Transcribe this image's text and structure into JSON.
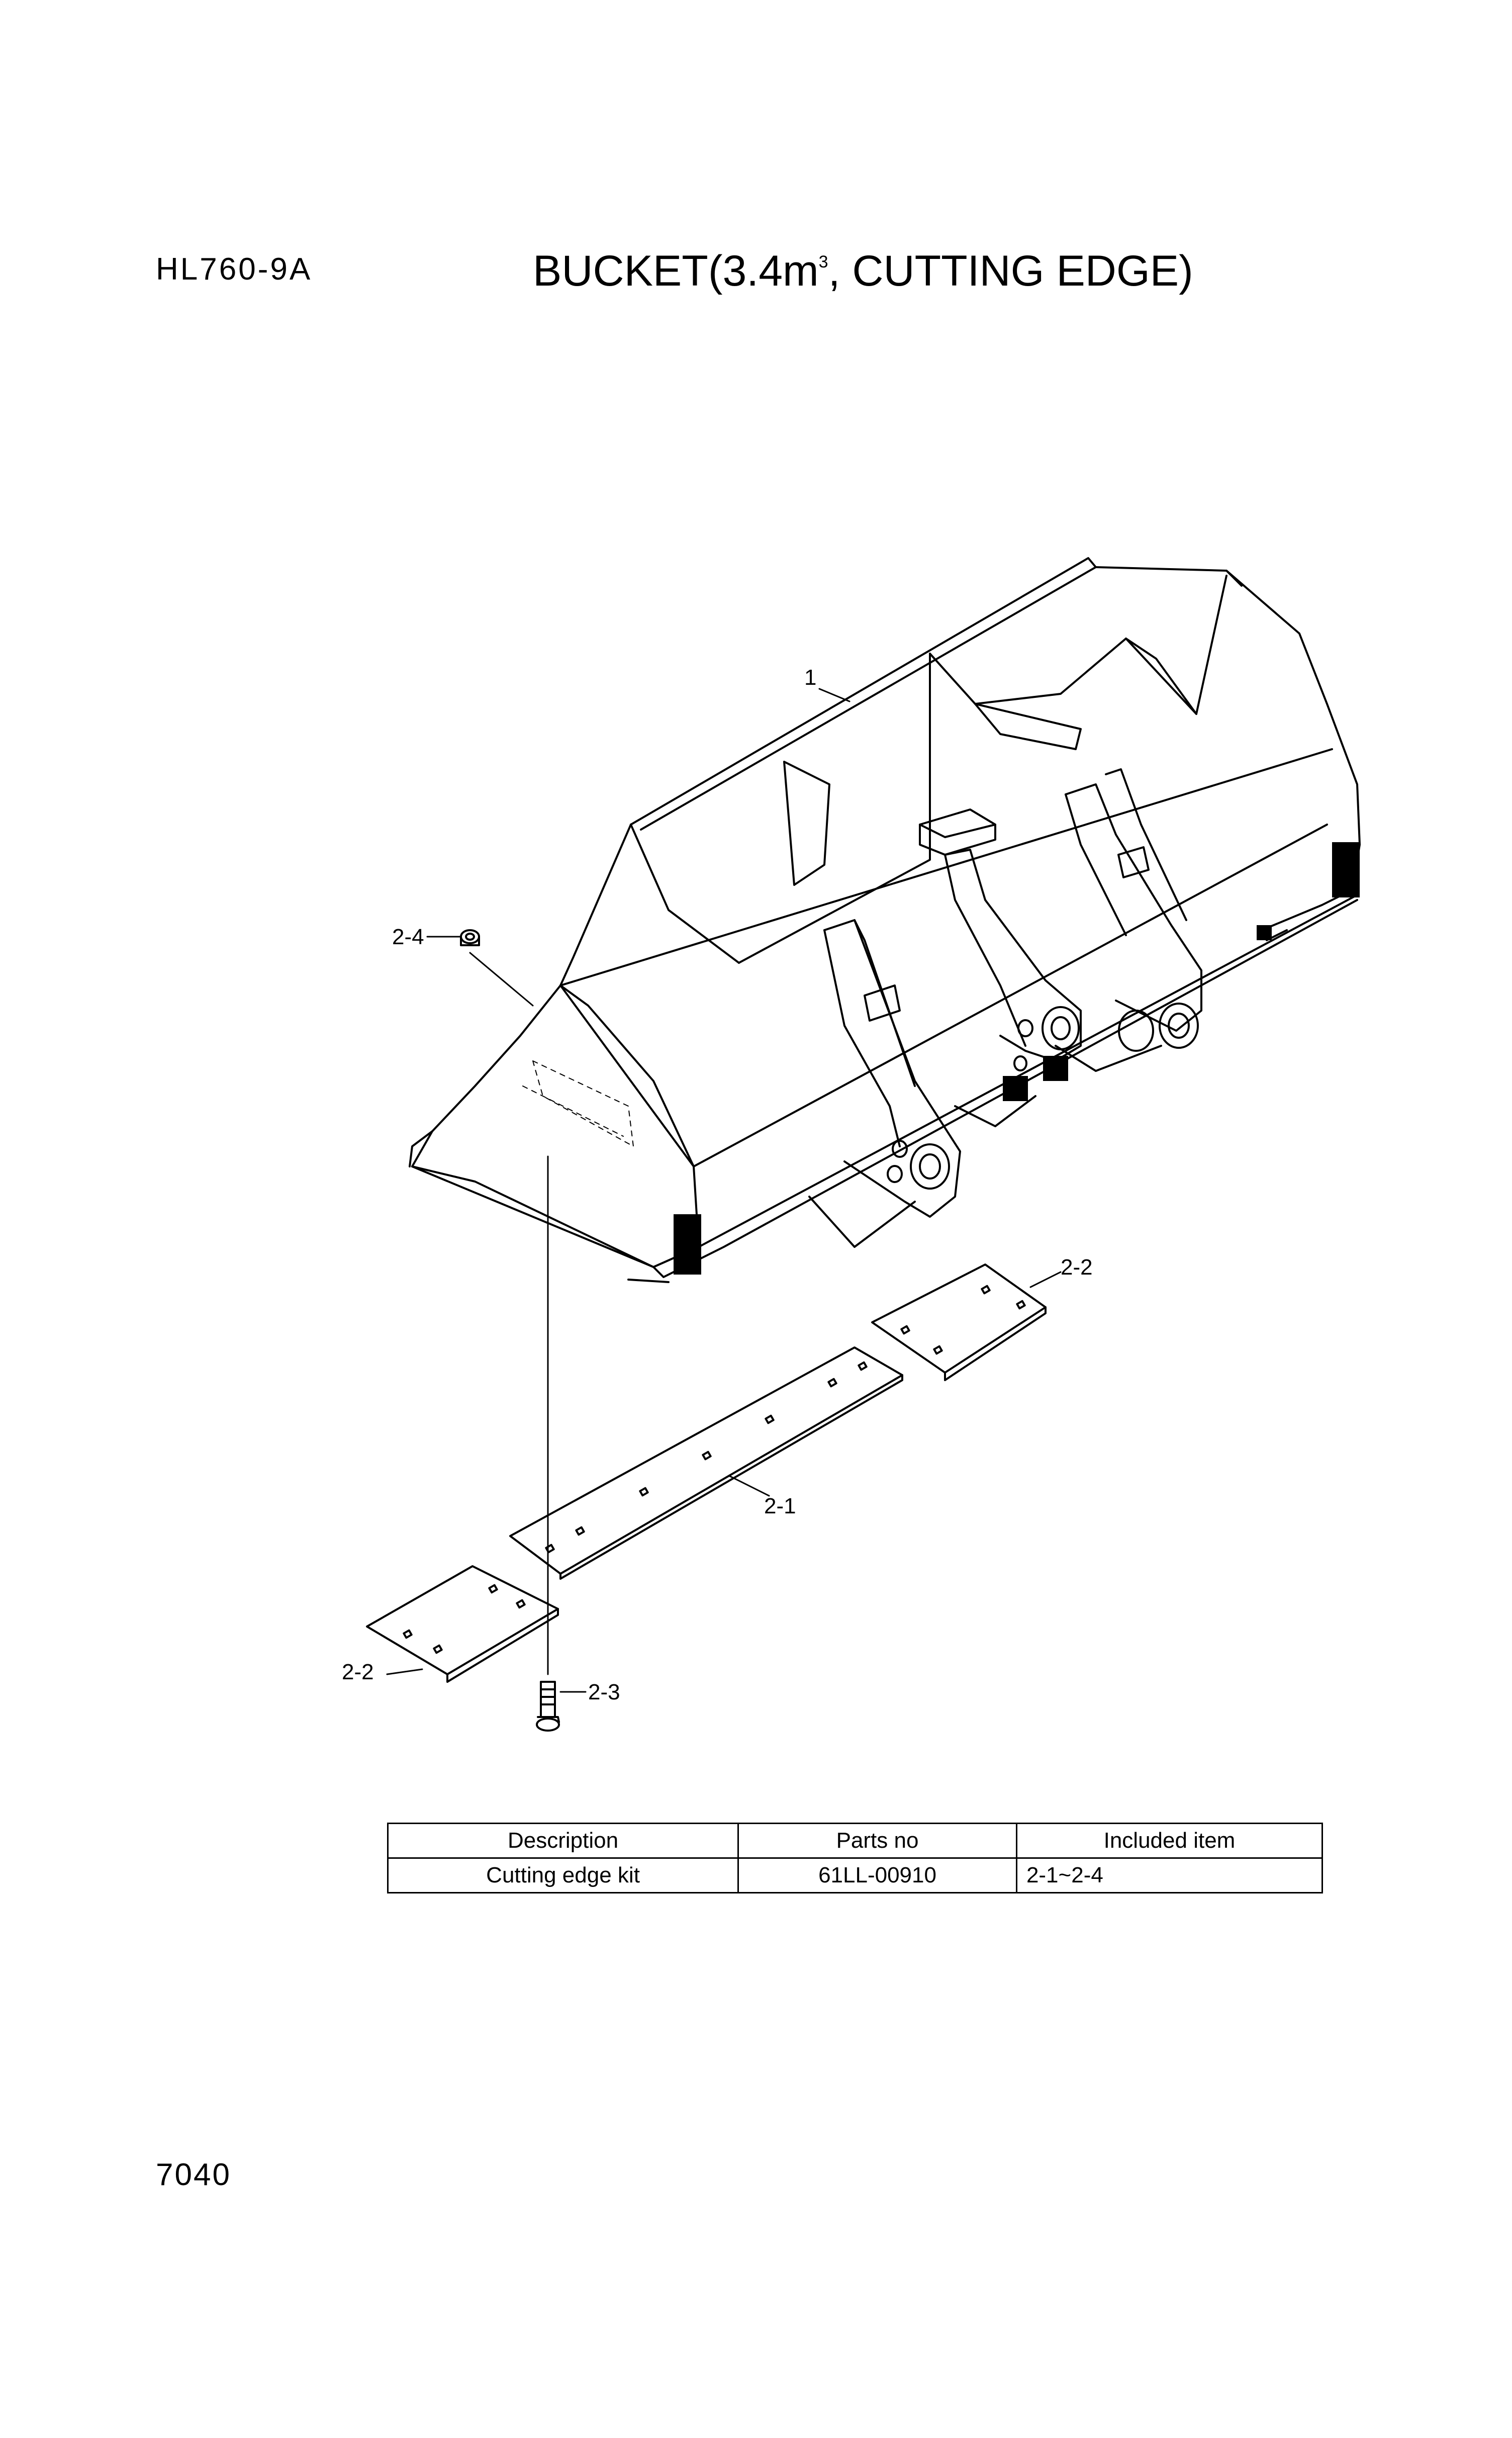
{
  "header": {
    "model": "HL760-9A",
    "title_main": "BUCKET(3.4m",
    "title_sup": "3",
    "title_rest": ", CUTTING EDGE)"
  },
  "callouts": {
    "bucket": "1",
    "cutting_edge": "2-1",
    "end_bit_right": "2-2",
    "end_bit_left": "2-2",
    "bolt": "2-3",
    "nut": "2-4"
  },
  "kit_table": {
    "headers": [
      "Description",
      "Parts no",
      "Included item"
    ],
    "rows": [
      [
        "Cutting edge kit",
        "61LL-00910",
        "2-1~2-4"
      ]
    ]
  },
  "footer": {
    "page_number": "7040"
  }
}
